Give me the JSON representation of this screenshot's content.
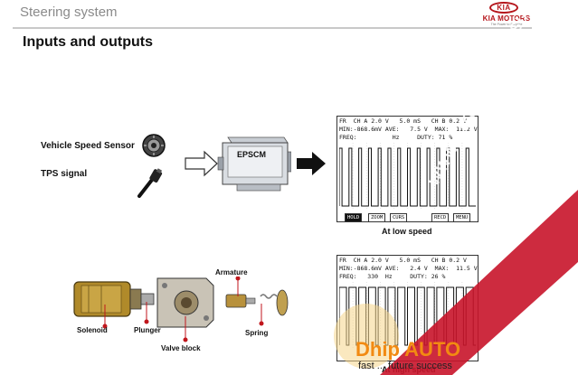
{
  "header": {
    "title": "Steering system"
  },
  "logo": {
    "oval_text": "KIA",
    "brand": "KIA MOTORS",
    "tagline": "The Power to Surprise"
  },
  "section_title": "Inputs and outputs",
  "inputs": {
    "vehicle_speed_sensor": "Vehicle Speed Sensor",
    "tps_signal": "TPS signal"
  },
  "ecu": {
    "label": "EPSCM"
  },
  "valve": {
    "solenoid": "Solenoid",
    "plunger": "Plunger",
    "valve_block": "Valve block",
    "armature": "Armature",
    "spring": "Spring"
  },
  "scope_low": {
    "row1": "FR  CH A 2.0 V   5.0 mS   CH B 0.2 V",
    "row2": "MIN:-868.6mV AVE:   7.5 V  MAX:  11.2 V",
    "row3": "FREQ:          Hz     DUTY: 71 %",
    "buttons": [
      "HOLD",
      "ZOOM",
      "CURS",
      "RECD",
      "MENU"
    ],
    "caption": "At low speed",
    "duty_fraction": 0.71
  },
  "scope_high": {
    "row1": "FR  CH A 2.0 V   5.0 mS   CH B 0.2 V",
    "row2": "MIN:-868.6mV AVE:   2.4 V  MAX:  11.5 V",
    "row3": "FREQ:   330  Hz     DUTY: 26 %",
    "caption": "At high speed",
    "duty_fraction": 0.26
  },
  "watermark": {
    "diagonal": "WWW.AUTOSHARE.ASIA",
    "brand": "Dhip AUTO",
    "tagline": "fast ... future success"
  }
}
